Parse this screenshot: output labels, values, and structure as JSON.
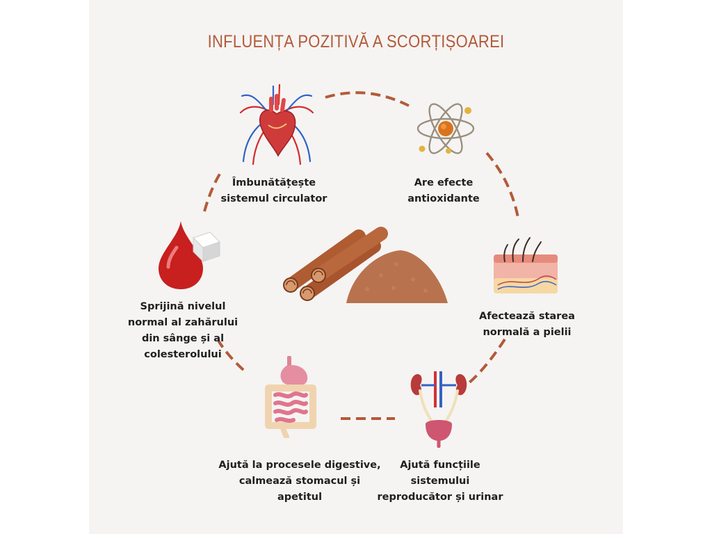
{
  "title": "INFLUENȚA POZITIVĂ A SCORȚIȘOAREI",
  "colors": {
    "accent": "#b35a38",
    "panel": "#f5f4f3",
    "text": "#1f1f1f"
  },
  "center": {
    "icon": "cinnamon-sticks-powder-icon"
  },
  "benefits": [
    {
      "icon": "heart-circulatory-icon",
      "text": "Îmbunătățește\nsistemul circulator"
    },
    {
      "icon": "atom-icon",
      "text": "Are efecte\nantioxidante"
    },
    {
      "icon": "skin-layers-icon",
      "text": "Afectează starea\nnormală a pielii"
    },
    {
      "icon": "kidneys-bladder-icon",
      "text": "Ajută funcțiile\nsistemului\nreproducător și urinar"
    },
    {
      "icon": "digestive-system-icon",
      "text": "Ajută la procesele digestive,\ncalmează stomacul și\napetitul"
    },
    {
      "icon": "blood-drop-sugar-icon",
      "text": "Sprijină nivelul\nnormal al zahărului\ndin sânge și al\ncolesterolului"
    }
  ]
}
